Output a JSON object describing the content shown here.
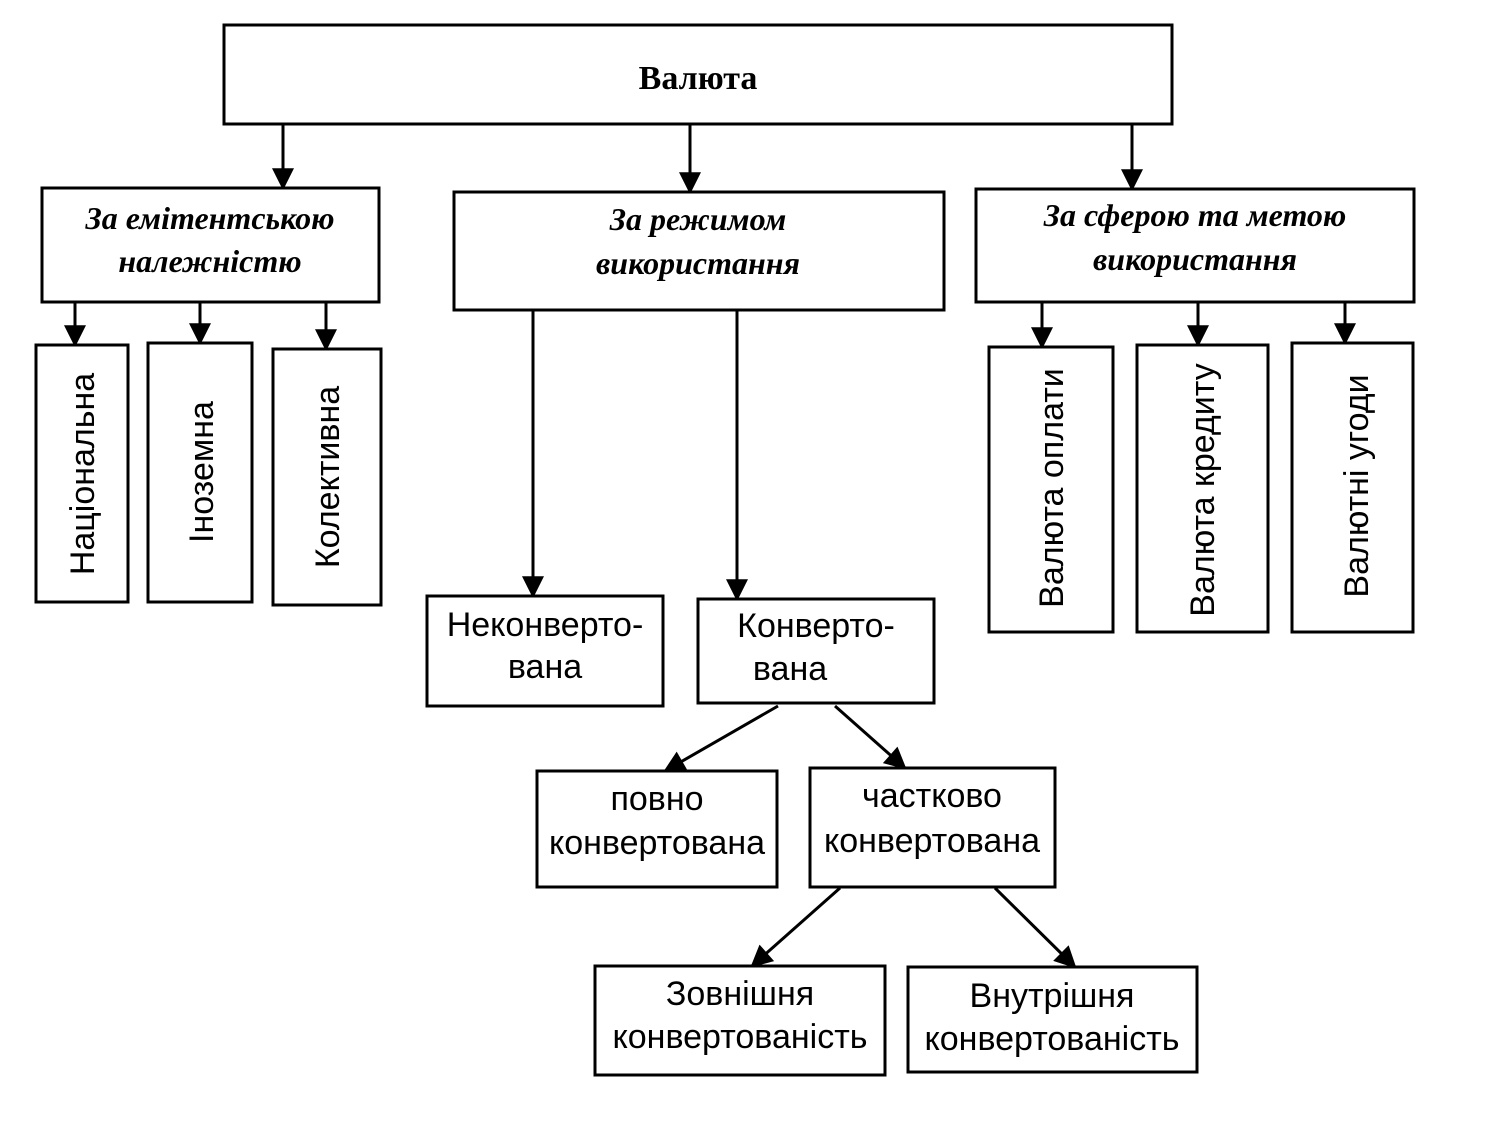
{
  "root": {
    "label": "Валюта"
  },
  "categories": {
    "issuer": {
      "line1": "За емітентською",
      "line2": "належністю"
    },
    "regime": {
      "line1": "За режимом",
      "line2": "використання"
    },
    "sphere": {
      "line1": "За сферою та метою",
      "line2": "використання"
    }
  },
  "issuer_types": [
    "Національна",
    "Іноземна",
    "Колективна"
  ],
  "regime_types": {
    "nonconvertible": {
      "line1": "Неконверто-",
      "line2": "вана"
    },
    "convertible": {
      "line1": "Конверто-",
      "line2": "вана"
    }
  },
  "convertible_types": {
    "full": {
      "line1": "повно",
      "line2": "конвертована"
    },
    "partial": {
      "line1": "частково",
      "line2": "конвертована"
    }
  },
  "partial_types": {
    "external": {
      "line1": "Зовнішня",
      "line2": "конвертованість"
    },
    "internal": {
      "line1": "Внутрішня",
      "line2": "конвертованість"
    }
  },
  "sphere_types": [
    "Валюта оплати",
    "Валюта кредиту",
    "Валютні угоди"
  ]
}
